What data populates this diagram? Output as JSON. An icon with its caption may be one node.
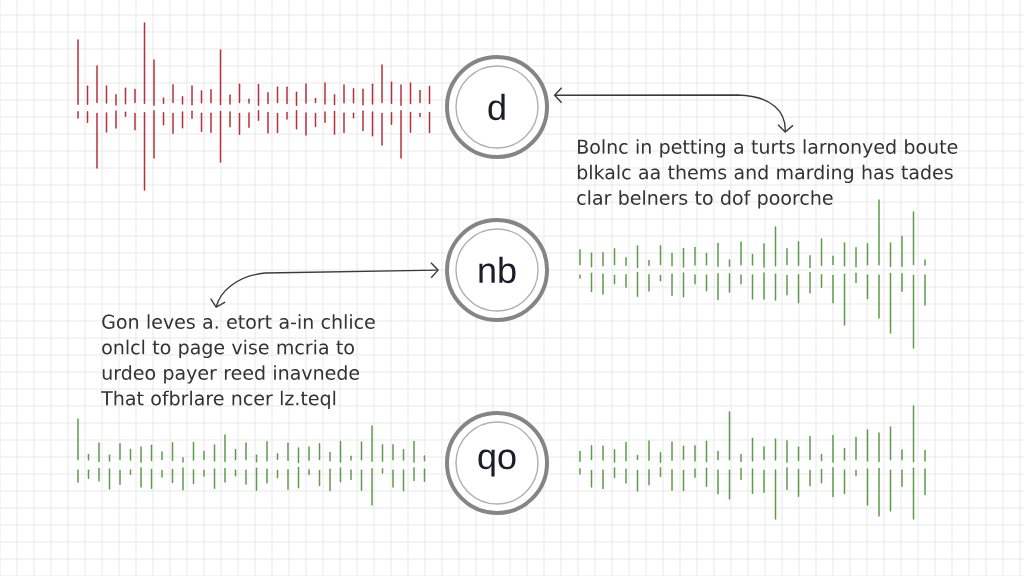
{
  "diagram": {
    "nodes": [
      {
        "text": [
          "d"
        ]
      },
      {
        "text": [
          "Bolnc in petting a turts larnonyed boute blkalc aa thems and marding has tades clar belners to dof poorche"
        ]
      },
      {
        "text": [
          "nb"
        ]
      },
      {
        "text": [
          "Gon leves a. etort a-in chlice onlcl to page vise mcria to urdeo payer reed inavnede That ofbrlare ncer lz.teql"
        ]
      },
      {
        "text": [
          "qo"
        ]
      }
    ],
    "edges": [
      {
        "from": 1,
        "to": 0,
        "arrow": "both"
      },
      {
        "from": 3,
        "to": 2,
        "arrow": "both"
      }
    ]
  }
}
